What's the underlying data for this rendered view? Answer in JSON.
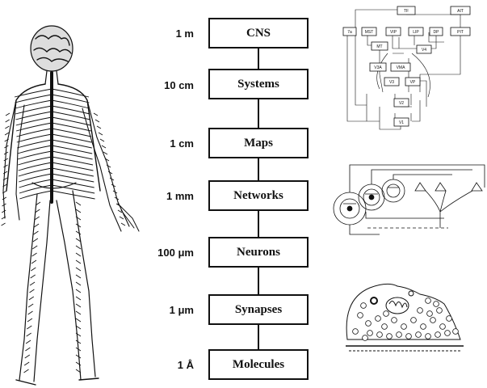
{
  "hierarchy": {
    "levels": [
      {
        "scale": "1 m",
        "name": "CNS"
      },
      {
        "scale": "10 cm",
        "name": "Systems"
      },
      {
        "scale": "1 cm",
        "name": "Maps"
      },
      {
        "scale": "1 mm",
        "name": "Networks"
      },
      {
        "scale": "100 μm",
        "name": "Neurons"
      },
      {
        "scale": "1 μm",
        "name": "Synapses"
      },
      {
        "scale": "1 Å",
        "name": "Molecules"
      }
    ]
  },
  "visual_areas_diagram": {
    "areas": [
      "TF",
      "AIT",
      "7a",
      "MST",
      "VIP",
      "LIP",
      "DP",
      "PIT",
      "MT",
      "V4",
      "V3A",
      "VMA",
      "V3",
      "VP",
      "V2",
      "V1"
    ]
  },
  "colors": {
    "ink": "#111111",
    "background": "#ffffff"
  }
}
